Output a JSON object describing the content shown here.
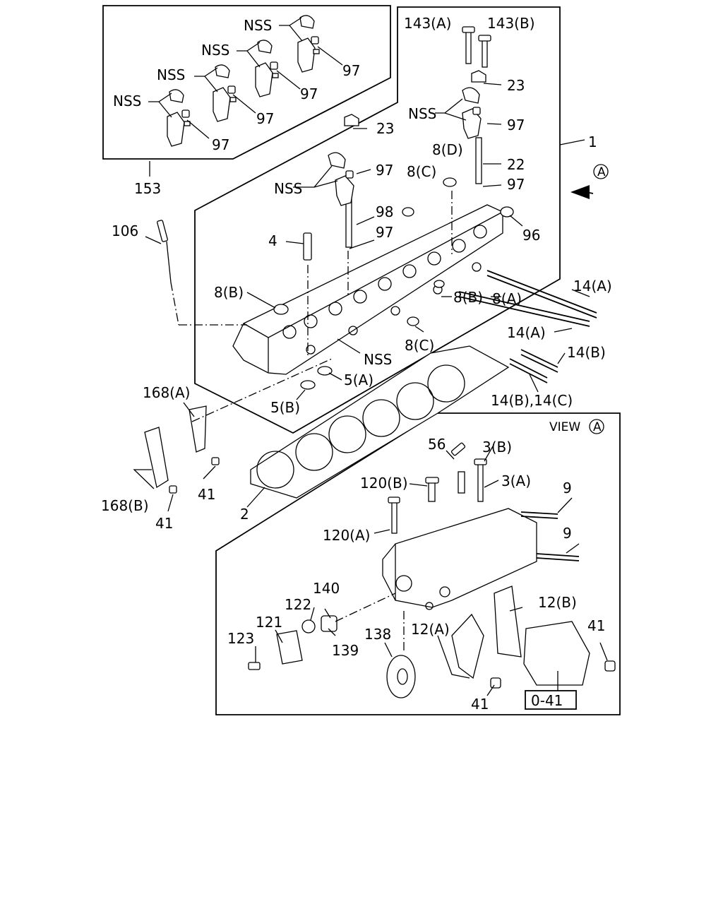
{
  "labels": {
    "nss": "NSS",
    "p97": "97",
    "p153": "153",
    "p143a": "143(A)",
    "p143b": "143(B)",
    "p23": "23",
    "p1": "1",
    "p22": "22",
    "p8d": "8(D)",
    "p8c": "8(C)",
    "p98": "98",
    "p96": "96",
    "p106": "106",
    "p4": "4",
    "p8b": "8(B)",
    "p8a": "8(A)",
    "p14a": "14(A)",
    "p14b": "14(B)",
    "p14bc": "14(B),14(C)",
    "p5a": "5(A)",
    "p5b": "5(B)",
    "p168a": "168(A)",
    "p168b": "168(B)",
    "p41": "41",
    "p2": "2",
    "view": "VIEW",
    "circle_a": "A",
    "p56": "56",
    "p3b": "3(B)",
    "p3a": "3(A)",
    "p120b": "120(B)",
    "p120a": "120(A)",
    "p9": "9",
    "p140": "140",
    "p122": "122",
    "p121": "121",
    "p123": "123",
    "p139": "139",
    "p138": "138",
    "p12a": "12(A)",
    "p12b": "12(B)",
    "ref": "0-41"
  }
}
